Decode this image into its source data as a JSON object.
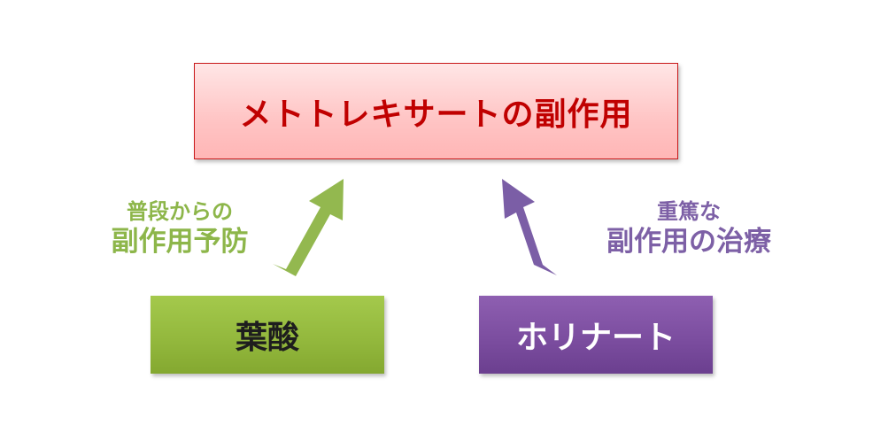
{
  "title": "メトトレキサートの副作用",
  "left_box": "葉酸",
  "right_box": "ホリナート",
  "left_label": {
    "line1": "普段からの",
    "line2": "副作用予防"
  },
  "right_label": {
    "line1": "重篤な",
    "line2": "副作用の治療"
  },
  "colors": {
    "title_text": "#c00000",
    "green": "#92b73c",
    "purple": "#7a4c9e",
    "green_label": "#8db64a",
    "purple_label": "#7d60a6"
  }
}
